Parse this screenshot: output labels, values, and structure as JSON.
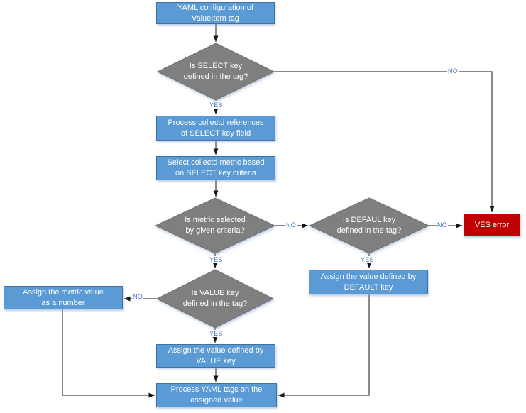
{
  "colors": {
    "process_fill": "#5B9BD5",
    "process_border": "#41719C",
    "decision_fill": "#7F7F7F",
    "decision_border": "#707070",
    "error_fill": "#C00000",
    "error_border": "#9B1C1C",
    "edge_label": "#4472C4",
    "line": "#3D3D3D",
    "node_text": "#FFFFFF"
  },
  "labels": {
    "yes": "YES",
    "no": "NO"
  },
  "nodes": {
    "start": "YAML configuration of ValueItem tag",
    "select_decision": "Is SELECT key defined in the tag?",
    "process_references": "Process collectd references of SELECT key field",
    "select_metric": "Select collectd metric based on SELECT key criteria",
    "metric_decision": "Is metric selected by given criteria?",
    "default_decision": "Is DEFAUL key defined in the tag?",
    "ves_error": "VES error",
    "assign_default": "Assign the value defined by DEFAULT key",
    "value_decision": "Is VALUE key defined in the tag?",
    "assign_number": "Assign the metric value as a number",
    "assign_value": "Assign the value defined by VALUE key",
    "process_tags": "Process YAML tags on the assigned value"
  }
}
